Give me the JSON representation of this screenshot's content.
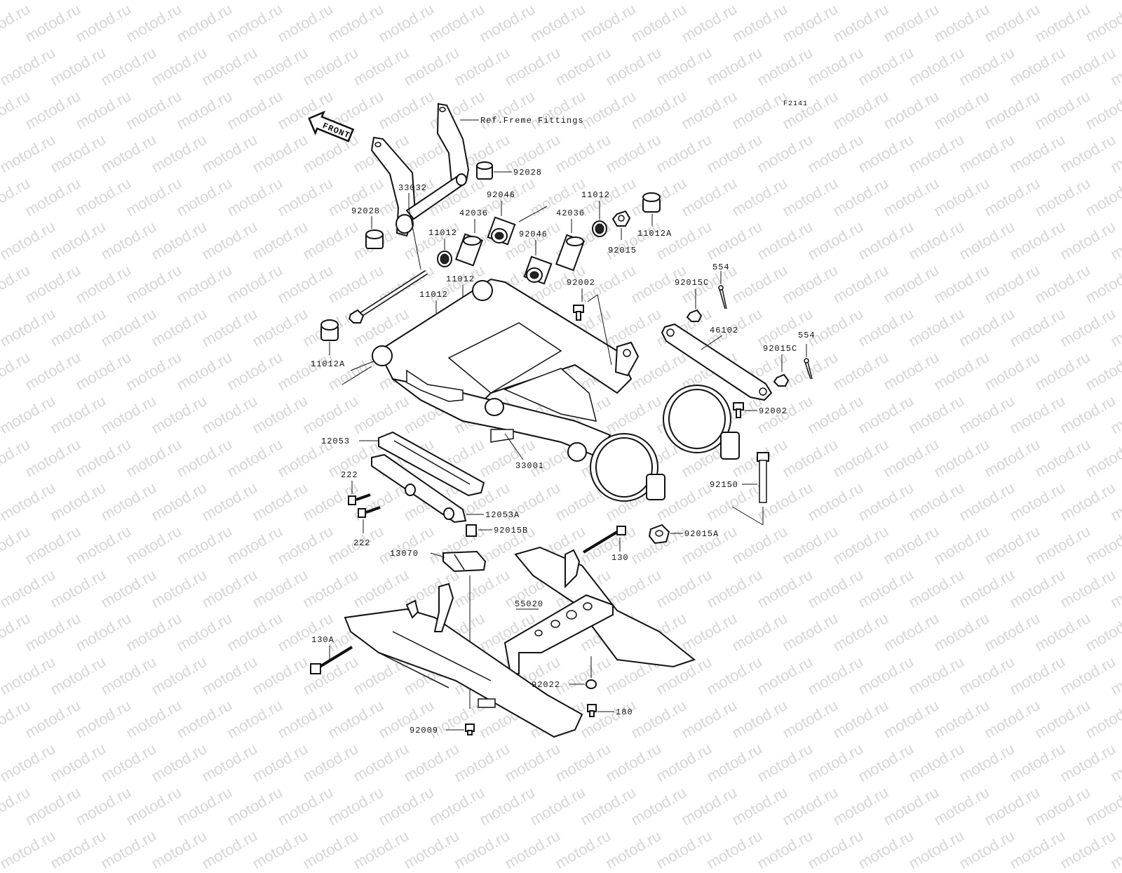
{
  "watermark": {
    "text": "motod.ru"
  },
  "figure_id": "F2141",
  "front_label": "FRONT",
  "ref_note": "Ref.Freme Fittings",
  "labels": {
    "l92028a": "92028",
    "l92028b": "92028",
    "l92046a": "92046",
    "l92046b": "92046",
    "l42036a": "42036",
    "l42036b": "42036",
    "l11012a": "11012",
    "l11012b": "11012",
    "l11012c": "11012",
    "l11012d": "11012",
    "l11012A1": "11012A",
    "l11012A2": "11012A",
    "l92015": "92015",
    "l33032": "33032",
    "l92002a": "92002",
    "l92002b": "92002",
    "l554a": "554",
    "l554b": "554",
    "l92015C1": "92015C",
    "l92015C2": "92015C",
    "l46102": "46102",
    "l12053": "12053",
    "l12053A": "12053A",
    "l33001": "33001",
    "l222a": "222",
    "l222b": "222",
    "l92150": "92150",
    "l92015B": "92015B",
    "l92015A": "92015A",
    "l13070": "13070",
    "l130": "130",
    "l130A": "130A",
    "l55020": "55020",
    "l92022": "92022",
    "l180": "180",
    "l92009": "92009"
  }
}
